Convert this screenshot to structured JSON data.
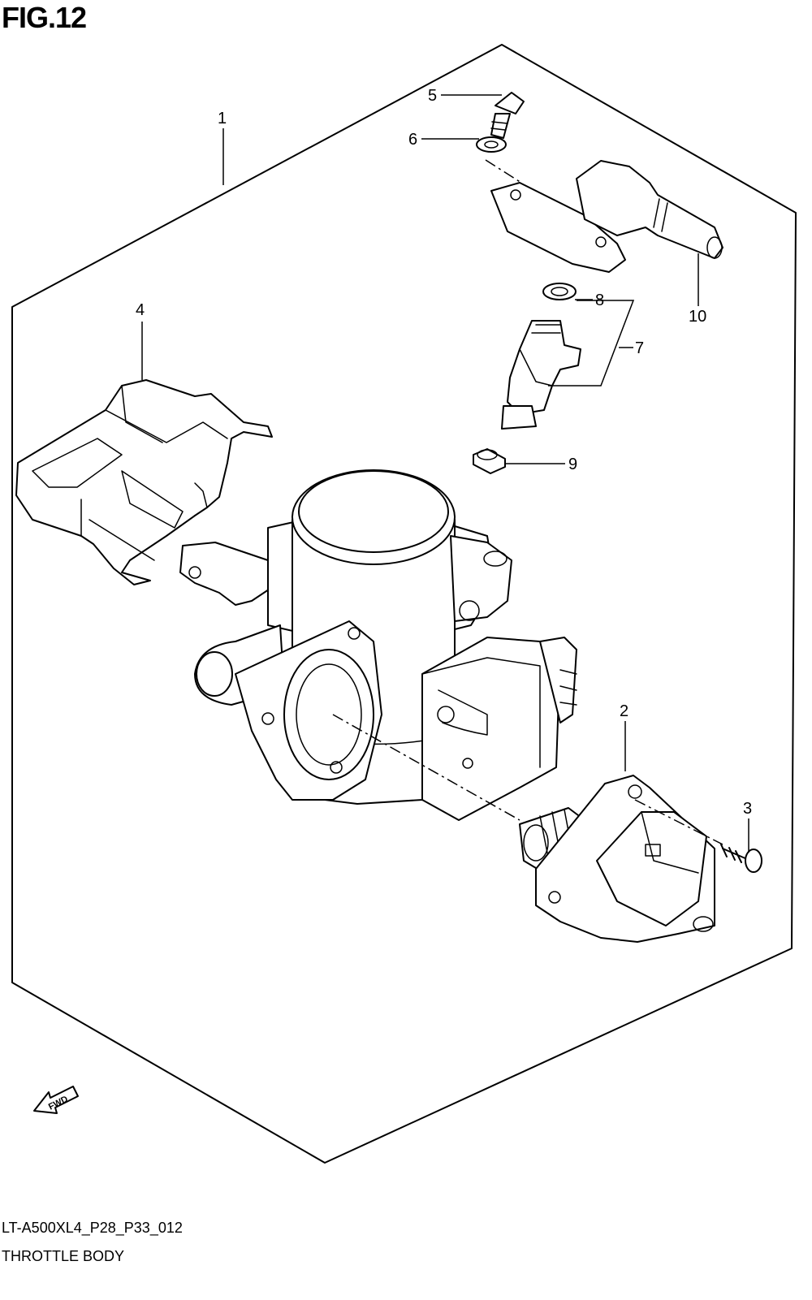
{
  "figure": {
    "title": "FIG.12",
    "diagram_code": "LT-A500XL4_P28_P33_012",
    "name": "THROTTLE BODY"
  },
  "callouts": [
    "1",
    "2",
    "3",
    "4",
    "5",
    "6",
    "7",
    "8",
    "9",
    "10"
  ],
  "fwd_label": "FWD"
}
